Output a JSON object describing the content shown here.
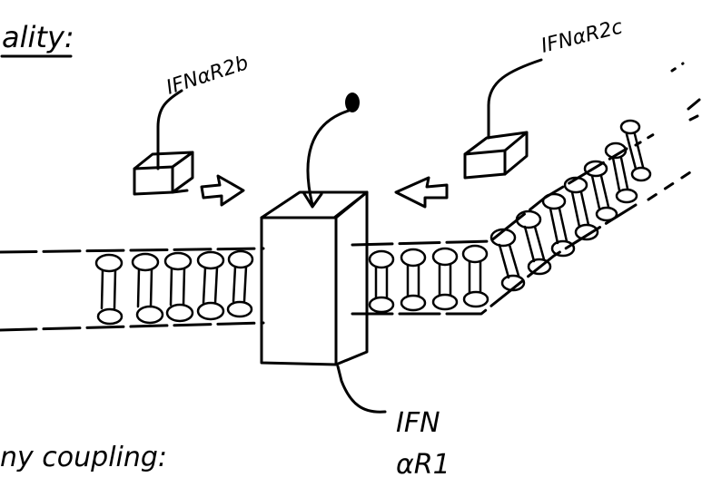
{
  "header_fragment": "ality:",
  "labels": {
    "receptor_2b": "IFNαR2b",
    "receptor_2c": "IFNαR2c",
    "ifn": "IFN",
    "receptor_1": "αR1",
    "bottom_fragment": "ny coupling:"
  },
  "colors": {
    "ink": "#000000",
    "background": "#ffffff"
  },
  "icon_names": {
    "ligand": "ligand-dot-icon",
    "arrow_left": "arrow-left-icon",
    "arrow_right": "arrow-right-icon"
  }
}
